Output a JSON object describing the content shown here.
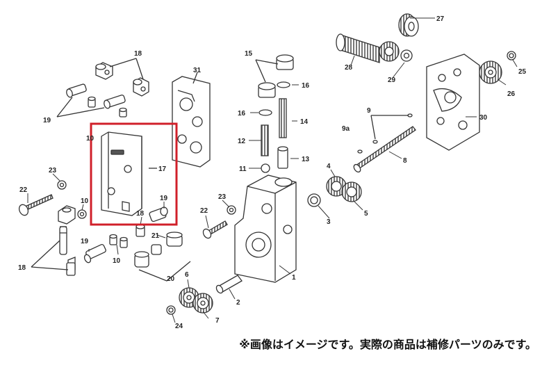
{
  "callouts": {
    "c1": "1",
    "c2": "2",
    "c3": "3",
    "c4": "4",
    "c5": "5",
    "c6": "6",
    "c7": "7",
    "c8": "8",
    "c9": "9",
    "c9a": "9a",
    "c10": "10",
    "c11": "11",
    "c12": "12",
    "c13": "13",
    "c14": "14",
    "c15": "15",
    "c16": "16",
    "c17": "17",
    "c18": "18",
    "c19": "19",
    "c20": "20",
    "c21": "21",
    "c22": "22",
    "c23": "23",
    "c24": "24",
    "c25": "25",
    "c26": "26",
    "c27": "27",
    "c28": "28",
    "c29": "29",
    "c30": "30",
    "c31": "31"
  },
  "highlight_color": "#d0202a",
  "footer_note": "※画像はイメージです。実際の商品は補修パーツのみです。"
}
